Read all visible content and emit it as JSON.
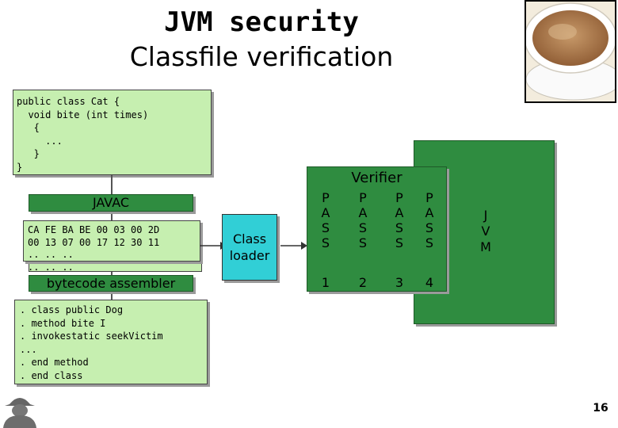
{
  "slide": {
    "title": "JVM security",
    "subtitle": "Classfile verification",
    "page_number": "16"
  },
  "source_code": "public class Cat {\n  void bite (int times)\n   {\n     ...\n   }\n}",
  "javac_label": "JAVAC",
  "bytecode": "CA FE BA BE 00 03 00 2D\n00 13 07 00 17 12 30 11\n.. .. ..\n.. .. ..",
  "assembler_label": "bytecode assembler",
  "assembly_code": ". class public Dog\n. method bite I\n. invokestatic seekVictim\n...\n. end method\n. end class",
  "class_loader_label": "Class\nloader",
  "verifier": {
    "title": "Verifier",
    "passes": [
      {
        "letters": "P\nA\nS\nS",
        "number": "1"
      },
      {
        "letters": "P\nA\nS\nS",
        "number": "2"
      },
      {
        "letters": "P\nA\nS\nS",
        "number": "3"
      },
      {
        "letters": "P\nA\nS\nS",
        "number": "4"
      }
    ]
  },
  "jvm_label": "J\nV\nM",
  "colors": {
    "light_green": "#c6efb0",
    "dark_green": "#2f8c40",
    "cyan": "#31cfd6"
  },
  "icons": {
    "photo": "coffee-cup-photo",
    "logo": "spy-figure-logo"
  }
}
